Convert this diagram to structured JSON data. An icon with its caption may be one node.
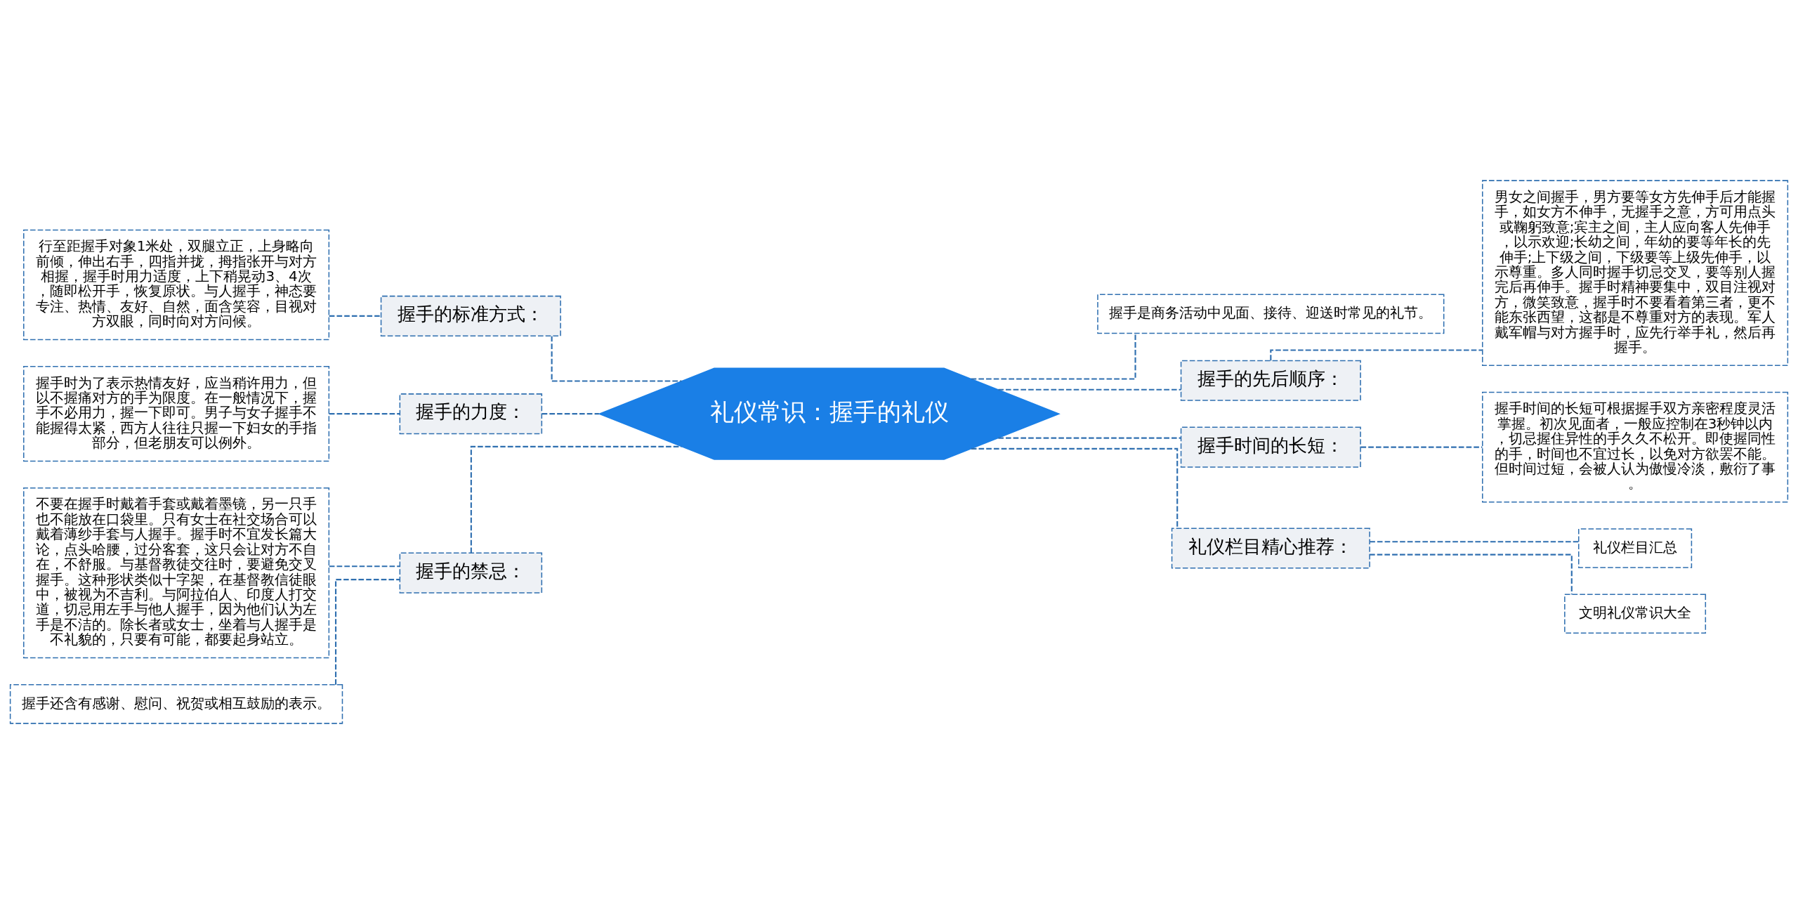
{
  "diagram": {
    "nodes": [
      {
        "text": [
          "礼仪常识：握手的礼仪"
        ]
      },
      {
        "text": [
          "握手的标准方式："
        ]
      },
      {
        "text": [
          "行至距握手对象1米处，双腿立正，上身略向前倾，伸出右手，四指并拢，拇指张开与对方相握，握手时用力适度，上下稍晃动3、4次，随即松开手，恢复原状。与人握手，神态要专注、热情、友好、自然，面含笑容，目视对方双眼，同时向对方问候。"
        ]
      },
      {
        "text": [
          "握手的力度："
        ]
      },
      {
        "text": [
          "握手时为了表示热情友好，应当稍许用力，但以不握痛对方的手为限度。在一般情况下，握手不必用力，握一下即可。男子与女子握手不能握得太紧，西方人往往只握一下妇女的手指部分，但老朋友可以例外。"
        ]
      },
      {
        "text": [
          "握手的禁忌："
        ]
      },
      {
        "text": [
          "不要在握手时戴着手套或戴着墨镜，另一只手也不能放在口袋里。只有女士在社交场合可以戴着薄纱手套与人握手。握手时不宜发长篇大论，点头哈腰，过分客套，这只会让对方不自在，不舒服。与基督教徒交往时，要避免交叉握手。这种形状类似十字架，在基督教信徒眼中，被视为不吉利。与阿拉伯人、印度人打交道，切忌用左手与他人握手，因为他们认为左手是不洁的。除长者或女士，坐着与人握手是不礼貌的，只要有可能，都要起身站立。"
        ]
      },
      {
        "text": [
          "握手还含有感谢、慰问、祝贺或相互鼓励的表示。"
        ]
      },
      {
        "text": [
          "握手是商务活动中见面、接待、迎送时常见的礼节。"
        ]
      },
      {
        "text": [
          "握手的先后顺序："
        ]
      },
      {
        "text": [
          "男女之间握手，男方要等女方先伸手后才能握手，如女方不伸手，无握手之意，方可用点头或鞠躬致意;宾主之间，主人应向客人先伸手，以示欢迎;长幼之间，年幼的要等年长的先伸手;上下级之间，下级要等上级先伸手，以示尊重。多人同时握手切忌交叉，要等别人握完后再伸手。握手时精神要集中，双目注视对方，微笑致意，握手时不要看着第三者，更不能东张西望，这都是不尊重对方的表现。军人戴军帽与对方握手时，应先行举手礼，然后再握手。"
        ]
      },
      {
        "text": [
          "握手时间的长短："
        ]
      },
      {
        "text": [
          "握手时间的长短可根据握手双方亲密程度灵活掌握。初次见面者，一般应控制在3秒钟以内，切忌握住异性的手久久不松开。即使握同性的手，时间也不宜过长，以免对方欲罢不能。但时间过短，会被人认为傲慢冷淡，敷衍了事。"
        ]
      },
      {
        "text": [
          "礼仪栏目精心推荐："
        ]
      },
      {
        "text": [
          "礼仪栏目汇总"
        ]
      },
      {
        "text": [
          "文明礼仪常识大全"
        ]
      }
    ],
    "edges": [
      {
        "from": 0,
        "to": 1,
        "arrow": "none",
        "style": "dashed"
      },
      {
        "from": 1,
        "to": 2,
        "arrow": "none",
        "style": "dashed"
      },
      {
        "from": 0,
        "to": 3,
        "arrow": "none",
        "style": "dashed"
      },
      {
        "from": 3,
        "to": 4,
        "arrow": "none",
        "style": "dashed"
      },
      {
        "from": 0,
        "to": 5,
        "arrow": "none",
        "style": "dashed"
      },
      {
        "from": 5,
        "to": 6,
        "arrow": "none",
        "style": "dashed"
      },
      {
        "from": 5,
        "to": 7,
        "arrow": "none",
        "style": "dashed"
      },
      {
        "from": 0,
        "to": 8,
        "arrow": "none",
        "style": "dashed"
      },
      {
        "from": 0,
        "to": 9,
        "arrow": "none",
        "style": "dashed"
      },
      {
        "from": 9,
        "to": 10,
        "arrow": "none",
        "style": "dashed"
      },
      {
        "from": 0,
        "to": 11,
        "arrow": "none",
        "style": "dashed"
      },
      {
        "from": 11,
        "to": 12,
        "arrow": "none",
        "style": "dashed"
      },
      {
        "from": 0,
        "to": 13,
        "arrow": "none",
        "style": "dashed"
      },
      {
        "from": 13,
        "to": 14,
        "arrow": "none",
        "style": "dashed"
      },
      {
        "from": 13,
        "to": 15,
        "arrow": "none",
        "style": "dashed"
      }
    ]
  }
}
